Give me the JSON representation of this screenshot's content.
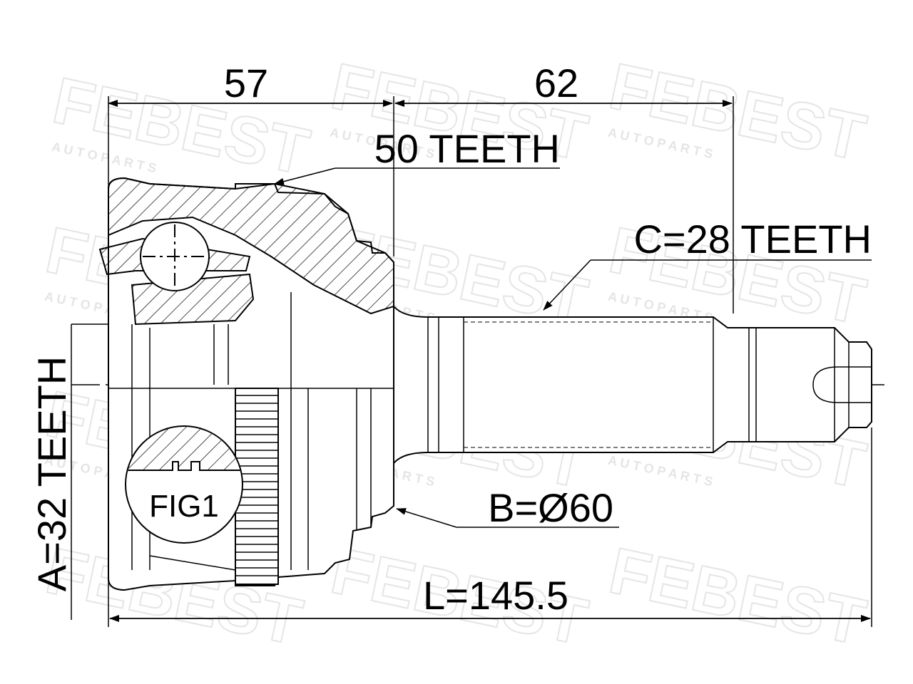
{
  "watermark": {
    "brand": "FEBEST",
    "tagline": "A U T O   P A R T S",
    "color": "#d8d8d8"
  },
  "dimensions": {
    "len_57": "57",
    "len_62": "62",
    "outer_teeth": "50 TEETH",
    "shaft_teeth": "C=28 TEETH",
    "inner_teeth": "A=32 TEETH",
    "diameter": "B=Ø60",
    "total_length": "L=145.5",
    "fig": "FIG1"
  },
  "colors": {
    "line": "#000000",
    "background": "#ffffff"
  }
}
